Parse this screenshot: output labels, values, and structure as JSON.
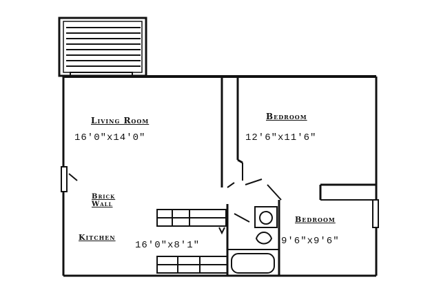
{
  "rooms": {
    "living_room": {
      "label": "Living Room",
      "size": "16'0\"x14'0\""
    },
    "bedroom_1": {
      "label": "Bedroom",
      "size": "12'6\"x11'6\""
    },
    "bedroom_2": {
      "label": "Bedroom",
      "size": "9'6\"x9'6\""
    },
    "kitchen": {
      "label": "Kitchen",
      "size": "16'0\"x8'1\""
    },
    "brick_wall": {
      "label": "Brick Wall"
    }
  }
}
